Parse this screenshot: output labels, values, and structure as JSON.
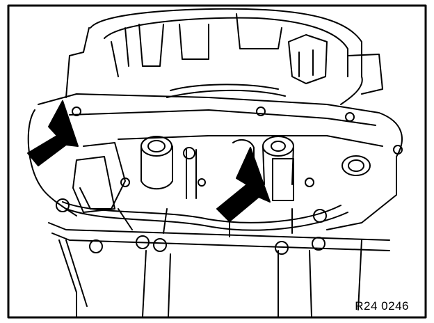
{
  "figure": {
    "reference_code": "R24 0246",
    "subject": "transmission-housing-valve-body-line-drawing",
    "callouts": [
      "arrow-left",
      "arrow-center"
    ],
    "colors": {
      "line": "#000000",
      "paper": "#ffffff"
    }
  }
}
